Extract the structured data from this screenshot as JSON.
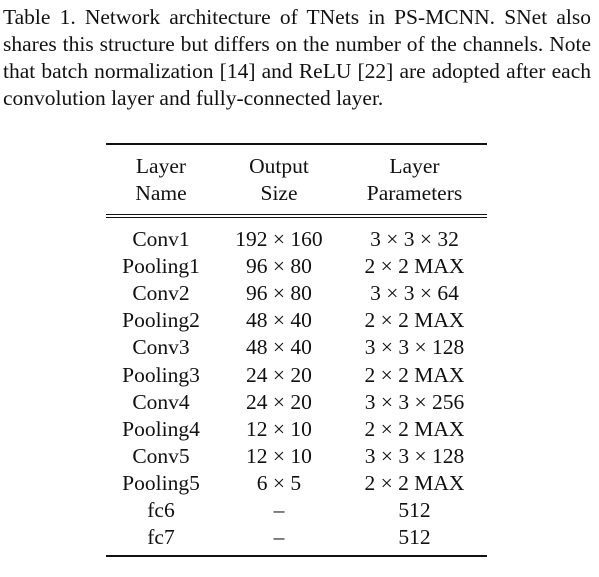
{
  "caption": "Table 1. Network architecture of TNets in PS-MCNN. SNet also shares this structure but differs on the number of the channels. Note that batch normalization [14] and ReLU [22] are adopted after each convolution layer and fully-connected layer.",
  "table": {
    "headers": [
      {
        "line1": "Layer",
        "line2": "Name"
      },
      {
        "line1": "Output",
        "line2": "Size"
      },
      {
        "line1": "Layer",
        "line2": "Parameters"
      }
    ],
    "rows": [
      {
        "name": "Conv1",
        "size": "192 × 160",
        "params": "3 × 3 × 32"
      },
      {
        "name": "Pooling1",
        "size": "96 × 80",
        "params": "2 × 2 MAX"
      },
      {
        "name": "Conv2",
        "size": "96 × 80",
        "params": "3 × 3 × 64"
      },
      {
        "name": "Pooling2",
        "size": "48 × 40",
        "params": "2 × 2 MAX"
      },
      {
        "name": "Conv3",
        "size": "48 × 40",
        "params": "3 × 3 × 128"
      },
      {
        "name": "Pooling3",
        "size": "24 × 20",
        "params": "2 × 2 MAX"
      },
      {
        "name": "Conv4",
        "size": "24 × 20",
        "params": "3 × 3 × 256"
      },
      {
        "name": "Pooling4",
        "size": "12 × 10",
        "params": "2 × 2 MAX"
      },
      {
        "name": "Conv5",
        "size": "12 × 10",
        "params": "3 × 3 × 128"
      },
      {
        "name": "Pooling5",
        "size": "6 × 5",
        "params": "2 × 2 MAX"
      },
      {
        "name": "fc6",
        "size": "–",
        "params": "512"
      },
      {
        "name": "fc7",
        "size": "–",
        "params": "512"
      }
    ]
  }
}
